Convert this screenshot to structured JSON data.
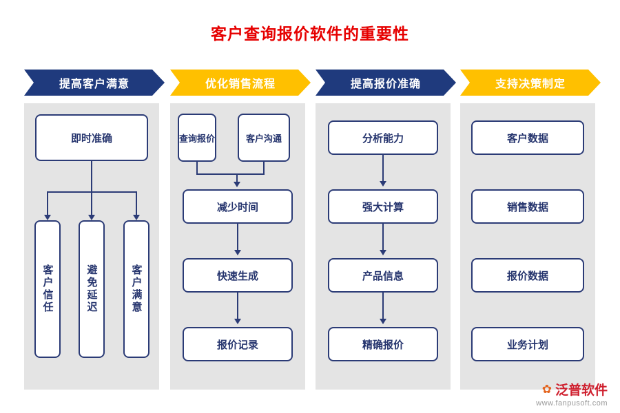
{
  "title": "客户查询报价软件的重要性",
  "columns": [
    {
      "header": "提高客户满意",
      "top_box": "即时准确",
      "branches": [
        "客户信任",
        "避免延迟",
        "客户满意"
      ]
    },
    {
      "header": "优化销售流程",
      "sources": [
        "查询报价",
        "客户沟通"
      ],
      "chain": [
        "减少时间",
        "快速生成",
        "报价记录"
      ]
    },
    {
      "header": "提高报价准确",
      "chain": [
        "分析能力",
        "强大计算",
        "产品信息",
        "精确报价"
      ]
    },
    {
      "header": "支持决策制定",
      "items": [
        "客户数据",
        "销售数据",
        "报价数据",
        "业务计划"
      ]
    }
  ],
  "colors": {
    "navy_header": "#1F3A7D",
    "yellow_header": "#FFC000",
    "title_red": "#E60000",
    "box_border_navy": "#2B3B76",
    "panel_gray": "#E4E4E4"
  },
  "footer": {
    "brand": "泛普软件",
    "url": "www.fanpusoft.com",
    "logo_icon": "fanpu-flower-logo"
  }
}
